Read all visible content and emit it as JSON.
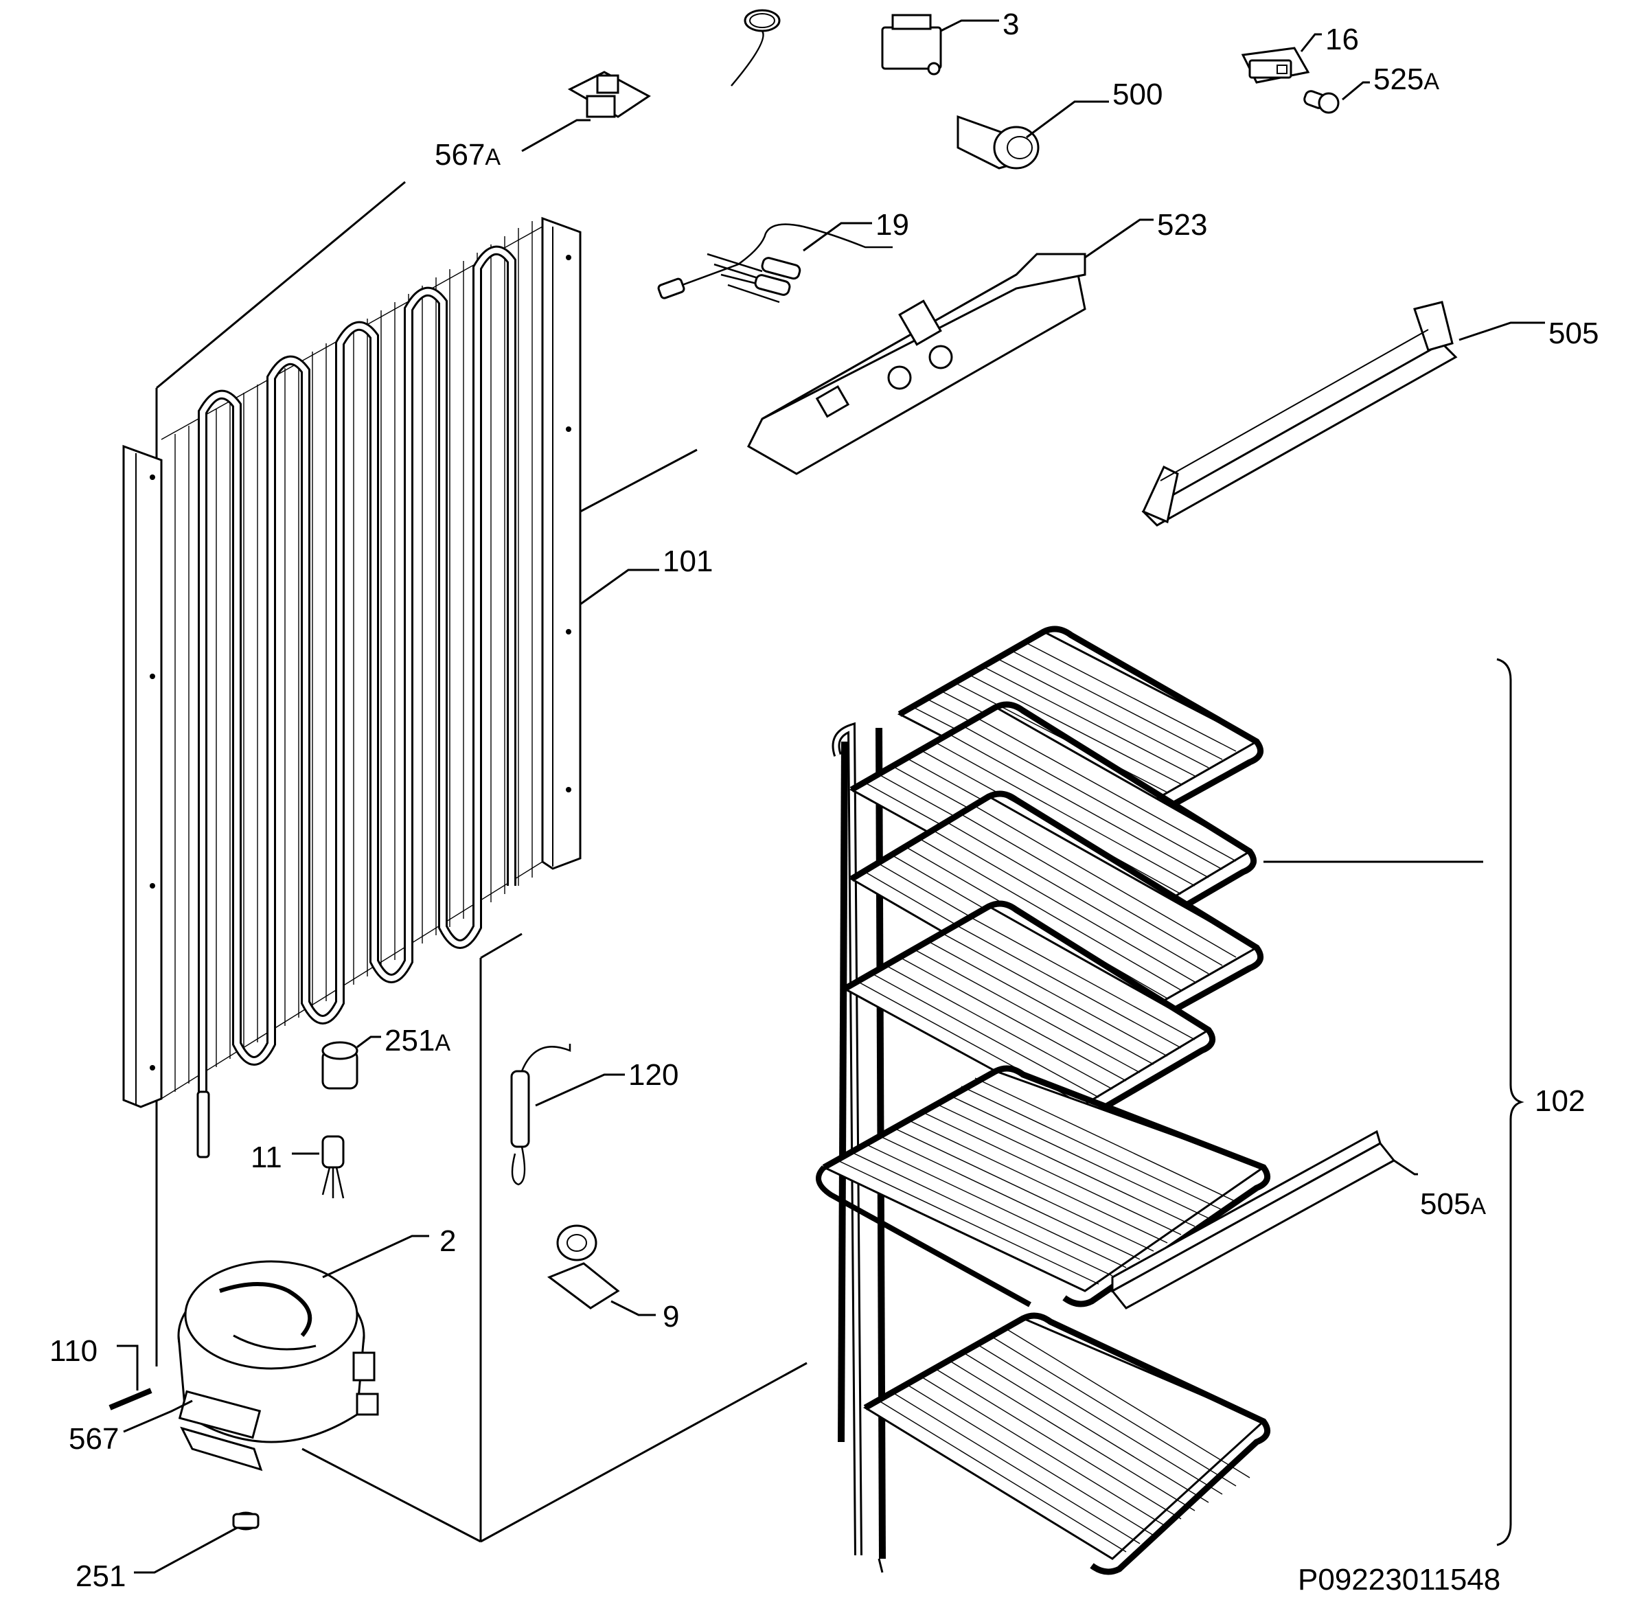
{
  "drawing_id": "P09223011548",
  "callouts": {
    "p3": "3",
    "p16": "16",
    "p525a": "525",
    "p525a_suffix": "A",
    "p500": "500",
    "p567a": "567",
    "p567a_suffix": "A",
    "p19": "19",
    "p523": "523",
    "p505": "505",
    "p101": "101",
    "p102": "102",
    "p251a": "251",
    "p251a_suffix": "A",
    "p120": "120",
    "p11": "11",
    "p2": "2",
    "p9": "9",
    "p505a": "505",
    "p505a_suffix": "A",
    "p110": "110",
    "p567": "567",
    "p251": "251"
  }
}
